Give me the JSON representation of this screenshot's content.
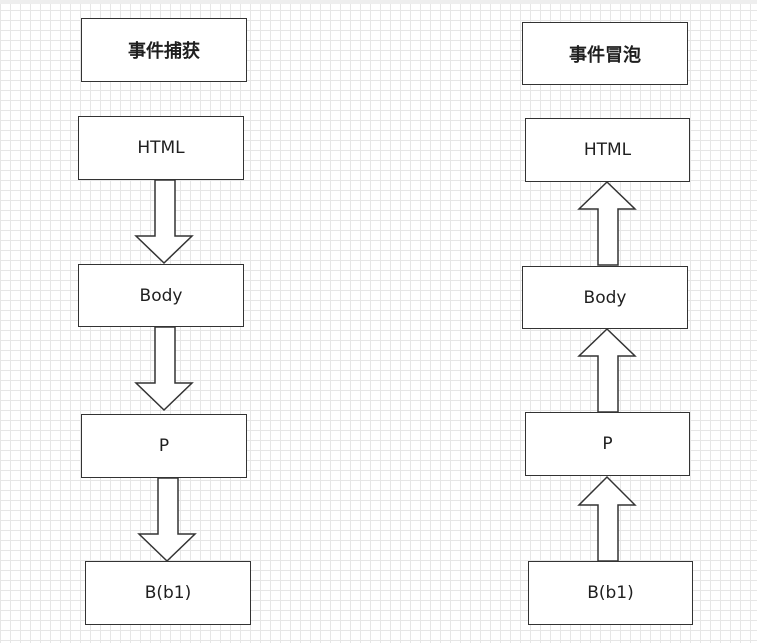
{
  "capture": {
    "title": "事件捕获",
    "nodes": [
      "HTML",
      "Body",
      "P",
      "B(b1)"
    ],
    "direction": "down"
  },
  "bubble": {
    "title": "事件冒泡",
    "nodes": [
      "HTML",
      "Body",
      "P",
      "B(b1)"
    ],
    "direction": "up"
  },
  "colors": {
    "stroke": "#333333",
    "fill": "#ffffff",
    "grid": "#e6e6e6"
  }
}
